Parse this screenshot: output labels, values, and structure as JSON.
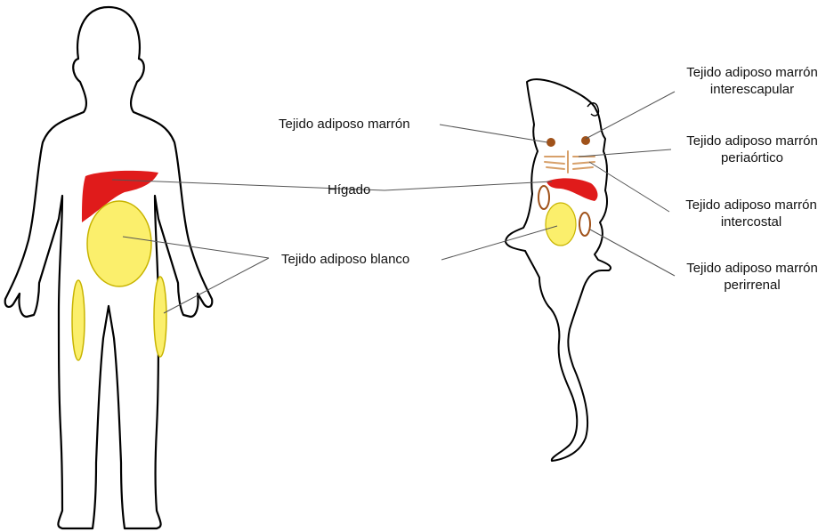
{
  "labels": {
    "tam_human": "Tejido adiposo marrón",
    "higado": "Hígado",
    "tab": "Tejido adiposo blanco",
    "interescapular_1": "Tejido adiposo marrón",
    "interescapular_2": "interescapular",
    "periaortico_1": "Tejido adiposo marrón",
    "periaortico_2": "periaórtico",
    "intercostal_1": "Tejido adiposo marrón",
    "intercostal_2": "intercostal",
    "perirrenal_1": "Tejido adiposo marrón",
    "perirrenal_2": "perirrenal"
  },
  "colors": {
    "liver": "#e01b1b",
    "white_fat": "#fbef6c",
    "white_fat_stroke": "#c8b400",
    "brown_fat": "#a0521a",
    "outline": "#000000",
    "leader": "#555555"
  }
}
